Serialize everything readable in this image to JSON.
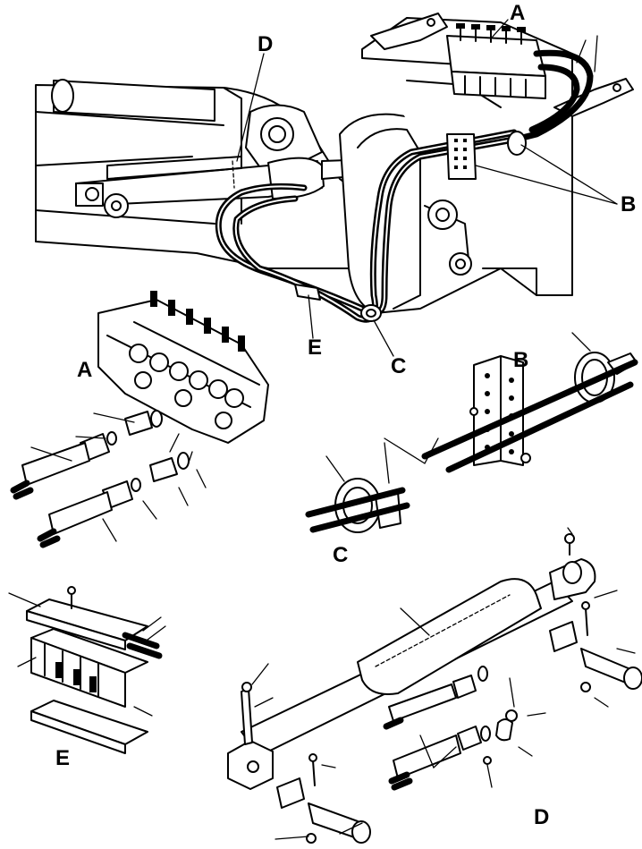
{
  "callouts": {
    "main_a": "A",
    "main_b": "B",
    "main_c": "C",
    "main_d": "D",
    "main_e": "E",
    "detail_a": "A",
    "detail_b": "B",
    "detail_c": "C",
    "detail_d": "D",
    "detail_e": "E"
  }
}
